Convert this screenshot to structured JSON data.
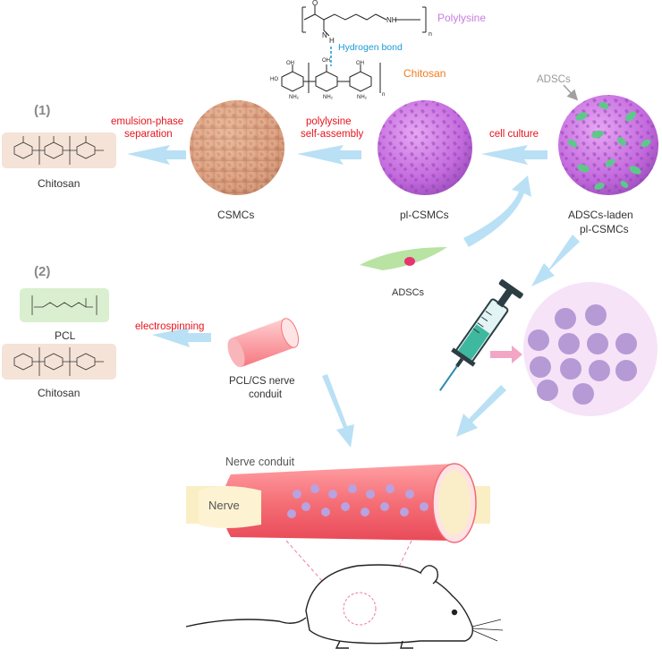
{
  "structure": {
    "polylysine_label": "Polylysine",
    "hydrogen_bond_label": "Hydrogen bond",
    "chitosan_label": "Chitosan",
    "nh": "NH",
    "nh2": "NH₂",
    "n_sub": "n",
    "o": "O",
    "oh": "OH",
    "ho": "HO",
    "h": "H",
    "n": "N"
  },
  "step1": {
    "number": "(1)",
    "chitosan_caption": "Chitosan",
    "arrow1_line1": "emulsion-phase",
    "arrow1_line2": "separation",
    "csmc_caption": "CSMCs",
    "arrow2_line1": "polylysine",
    "arrow2_line2": "self-assembly",
    "plcsmc_caption": "pl-CSMCs",
    "arrow3_label": "cell culture",
    "adscs_pointer_label": "ADSCs",
    "laden_line1": "ADSCs-laden",
    "laden_line2": "pl-CSMCs",
    "adscs_cell_label": "ADSCs"
  },
  "step2": {
    "number": "(2)",
    "pcl_caption": "PCL",
    "chitosan_caption": "Chitosan",
    "electrospinning_label": "electrospinning",
    "conduit_line1": "PCL/CS nerve",
    "conduit_line2": "conduit"
  },
  "bottom": {
    "nerve_conduit_label": "Nerve conduit",
    "nerve_label": "Nerve"
  },
  "colors": {
    "red_label": "#e8141c",
    "polylysine": "#c87ee0",
    "chitosan_orange": "#f07a1f",
    "hbond_blue": "#1a9ad6",
    "arrow_blue": "#b9e0f5",
    "csmc_tan": "#e0a98a",
    "plcsmc_violet": "#c96fe0",
    "adsc_green": "#5cc98a"
  }
}
